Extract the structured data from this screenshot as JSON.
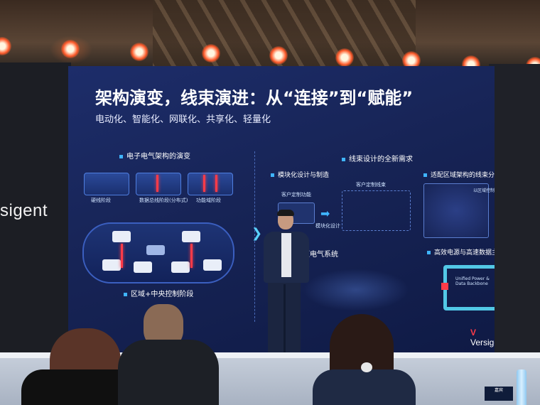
{
  "slide": {
    "title": "架构演变，线束演进：从“连接”到“赋能”",
    "subtitle": "电动化、智能化、网联化、共享化、轻量化",
    "left_section_title": "电子电气架构的演变",
    "stage_labels": [
      "硬线阶段",
      "数据总线阶段(分布式)",
      "功能域阶段"
    ],
    "zone_label": "区域+中央控制阶段",
    "right_section_title": "线束设计的全新需求",
    "sub_modular": "模块化设计与制造",
    "sub_zone_split": "适配区域架构的线束分割",
    "sub_high_voltage": "压电气系统",
    "sub_power_data": "高效电源与高速数据主干网",
    "modular_caption_1": "客户定制功能",
    "modular_caption_2": "模块化设计",
    "modular_caption_3": "客户定制线束",
    "zone_caption": "以区域控制器为中心的线束分割",
    "backbone_caption": "Unified Power & Data Backbone",
    "slide_brand": "Versigent"
  },
  "venue": {
    "left_banner_brand": "sigent",
    "name_card": "嘉宾"
  }
}
